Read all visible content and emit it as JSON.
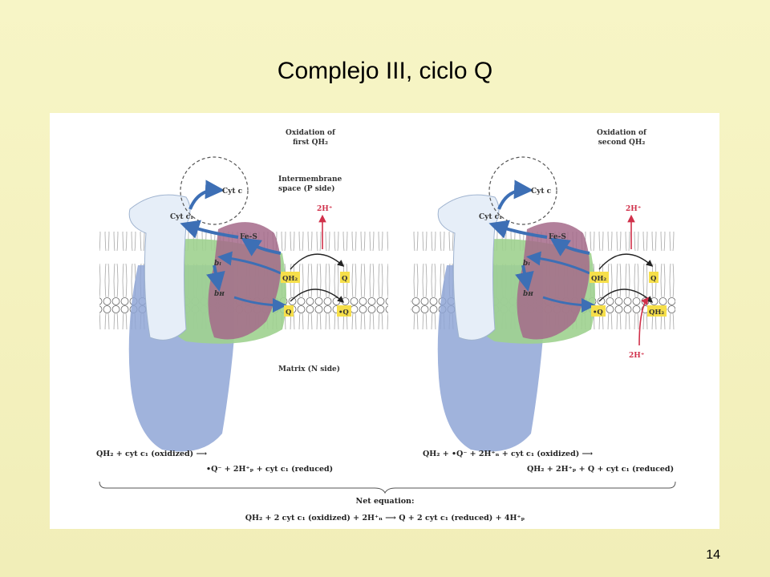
{
  "slide": {
    "title": "Complejo III, ciclo Q",
    "page_number": "14"
  },
  "figure": {
    "left_panel": {
      "heading_line1": "Oxidation of",
      "heading_line2": "first QH₂",
      "ims_label_line1": "Intermembrane",
      "ims_label_line2": "space (P side)",
      "matrix_label": "Matrix (N side)",
      "cyt_c": "Cyt c",
      "cyt_c1": "Cyt c₁",
      "fes": "Fe-S",
      "bl": "bₗ",
      "bh": "bʜ",
      "qh2": "QH₂",
      "q_top": "Q",
      "q_bottom": "Q",
      "q_semiquinone": "•Q",
      "protons_out": "2H⁺"
    },
    "right_panel": {
      "heading_line1": "Oxidation of",
      "heading_line2": "second QH₂",
      "cyt_c": "Cyt c",
      "cyt_c1": "Cyt c₁",
      "fes": "Fe-S",
      "bl": "bₗ",
      "bh": "bʜ",
      "qh2_top": "QH₂",
      "q_top": "Q",
      "q_semiquinone": "•Q",
      "qh2_bottom": "QH₂",
      "protons_out": "2H⁺",
      "protons_in": "2H⁺"
    },
    "equations": {
      "left_line1": "QH₂ + cyt c₁ (oxidized) ⟶",
      "left_line2": "•Q⁻ + 2H⁺ₚ + cyt c₁ (reduced)",
      "right_line1": "QH₂ + •Q⁻ + 2H⁺ₙ + cyt c₁ (oxidized) ⟶",
      "right_line2": "QH₂ + 2H⁺ₚ + Q + cyt c₁ (reduced)",
      "net_label": "Net equation:",
      "net": "QH₂ + 2 cyt c₁ (oxidized) + 2H⁺ₙ ⟶ Q + 2 cyt c₁ (reduced) + 4H⁺ₚ"
    },
    "colors": {
      "blue_body": "#8fa6d6",
      "pale_cyt": "#e6eef8",
      "green": "#9fd28f",
      "purple": "#a56a8a",
      "arrow_blue": "#3d6fb5",
      "proton_red": "#d0304a",
      "q_box": "#f6df4a"
    }
  }
}
